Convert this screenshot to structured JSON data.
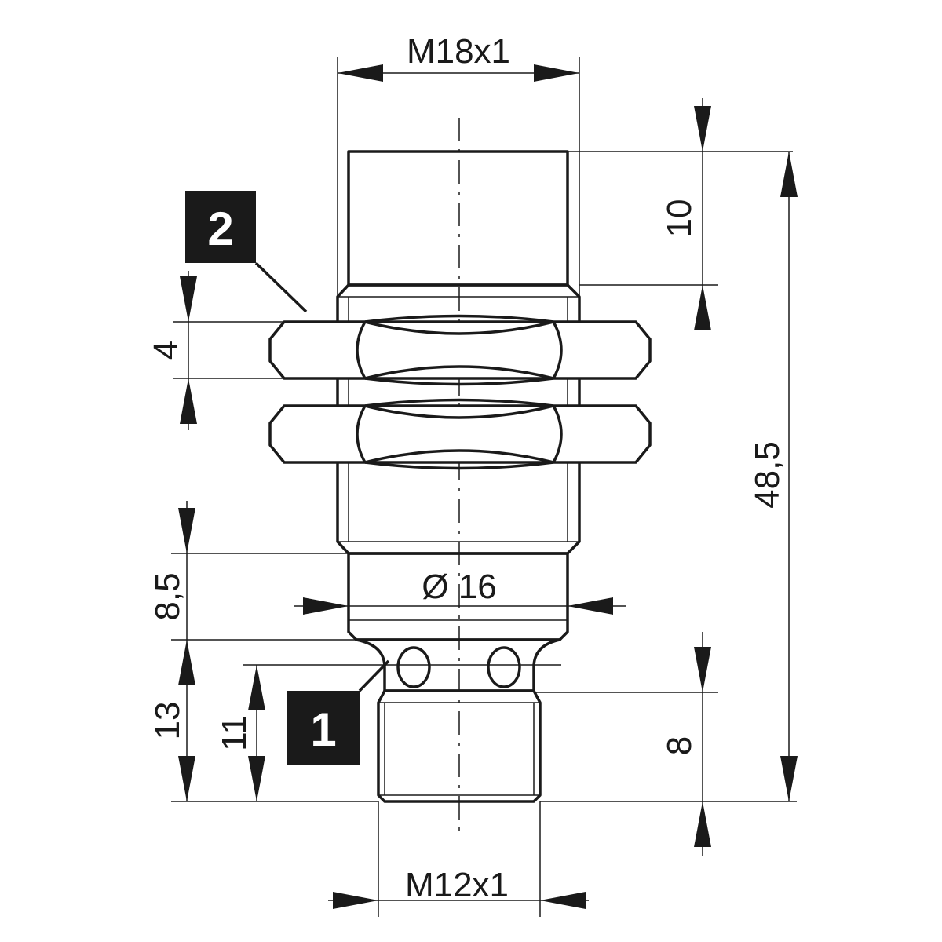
{
  "dimensions": {
    "top_thread": "M18x1",
    "top_length": "10",
    "nut_thickness": "4",
    "total_length": "48,5",
    "collar_height": "8,5",
    "collar_diameter": "Ø 16",
    "connector_height": "13",
    "connector_thread_length": "11",
    "bottom_thread_length": "8",
    "bottom_thread": "M12x1"
  },
  "callouts": {
    "led": "1",
    "nut": "2"
  }
}
